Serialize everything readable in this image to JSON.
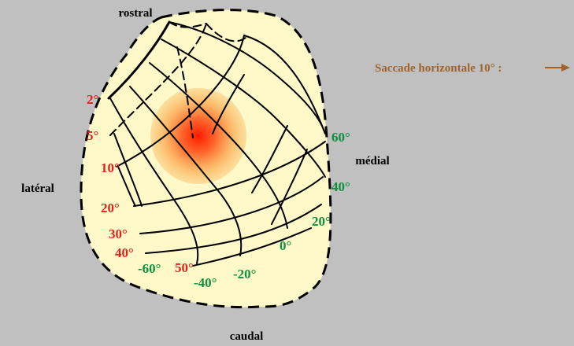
{
  "colors": {
    "background": "#c0c0c0",
    "map_fill": "#fff8c8",
    "eccentricity_labels": "#e4201c",
    "direction_labels": "#0c8f3e",
    "saccade": "#a0632a",
    "activity_center": "#ff2200"
  },
  "orientation": {
    "top": "rostral",
    "bottom": "caudal",
    "left": "latéral",
    "right": "médial"
  },
  "eccentricity_labels": [
    "2°",
    "5°",
    "10°",
    "20°",
    "30°",
    "40°",
    "50°"
  ],
  "direction_labels": [
    "60°",
    "40°",
    "20°",
    "0°",
    "-20°",
    "-40°",
    "-60°"
  ],
  "saccade": {
    "label": "Saccade horizontale 10° :",
    "arrow_icon": "arrow-right-icon"
  }
}
